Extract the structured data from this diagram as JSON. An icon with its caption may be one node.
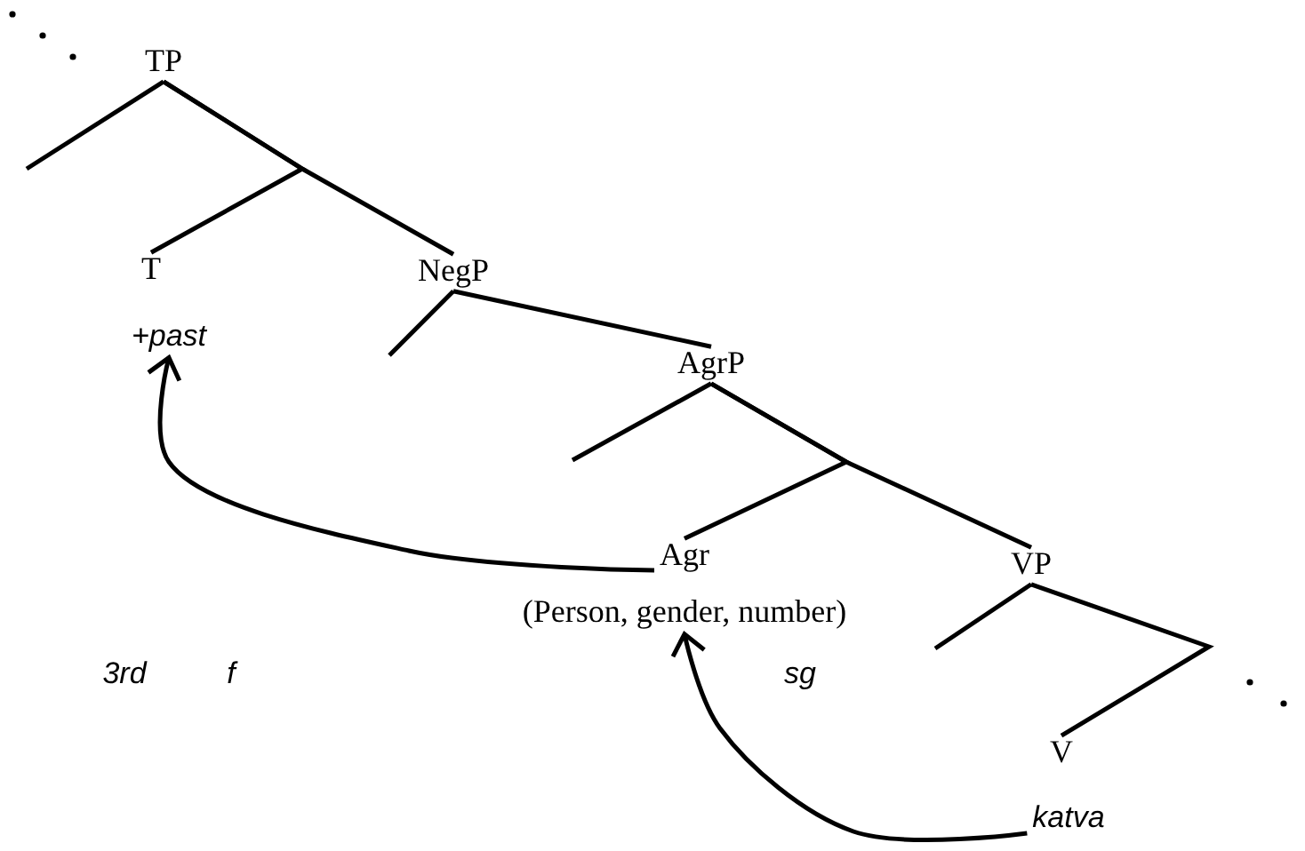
{
  "diagram": {
    "nodes": [
      {
        "text": [
          "TP"
        ]
      },
      {
        "text": [
          "T"
        ]
      },
      {
        "text": [
          "+past"
        ]
      },
      {
        "text": [
          "NegP"
        ]
      },
      {
        "text": [
          "AgrP"
        ]
      },
      {
        "text": [
          "Agr"
        ]
      },
      {
        "text": [
          "(Person, gender, number)"
        ]
      },
      {
        "text": [
          "VP"
        ]
      },
      {
        "text": [
          "V"
        ]
      },
      {
        "text": [
          "katva"
        ]
      }
    ],
    "edges": [
      {
        "from": 0,
        "to": null,
        "arrow": "none"
      },
      {
        "from": 0,
        "to": 1,
        "arrow": "none"
      },
      {
        "from": 0,
        "to": 3,
        "arrow": "none"
      },
      {
        "from": 3,
        "to": null,
        "arrow": "none"
      },
      {
        "from": 3,
        "to": 4,
        "arrow": "none"
      },
      {
        "from": 4,
        "to": null,
        "arrow": "none"
      },
      {
        "from": 4,
        "to": 5,
        "arrow": "none"
      },
      {
        "from": 4,
        "to": 7,
        "arrow": "none"
      },
      {
        "from": 7,
        "to": null,
        "arrow": "none"
      },
      {
        "from": 7,
        "to": 8,
        "arrow": "none"
      },
      {
        "from": 5,
        "to": 2,
        "arrow": "to"
      },
      {
        "from": 9,
        "to": 6,
        "arrow": "to"
      }
    ],
    "labels": [
      "3rd",
      "f",
      "sg"
    ]
  }
}
